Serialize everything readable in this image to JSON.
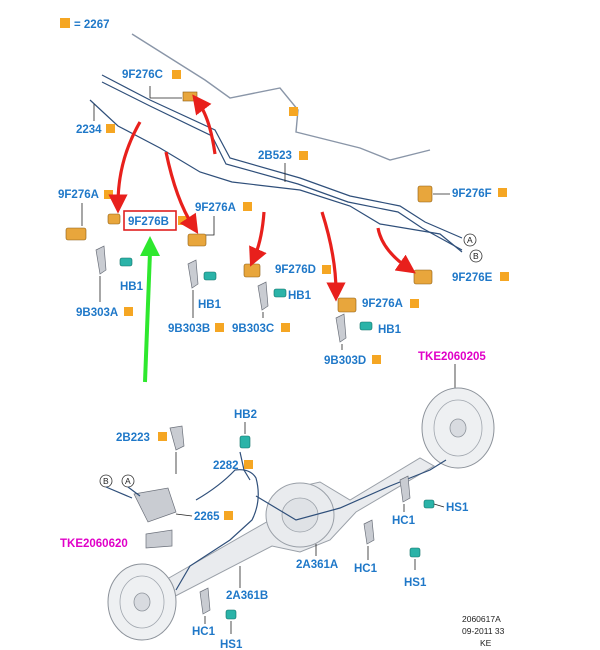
{
  "legend": {
    "equals": "= 2267"
  },
  "labels": {
    "c9F276C": "9F276C",
    "c2234": "2234",
    "c2B523": "2B523",
    "c9F276A_left": "9F276A",
    "c9F276B": "9F276B",
    "c9F276A_mid": "9F276A",
    "c9F276F": "9F276F",
    "c9F276D": "9F276D",
    "c9F276A_right": "9F276A",
    "c9F276E": "9F276E",
    "hb1_a": "HB1",
    "hb1_b": "HB1",
    "hb1_c": "HB1",
    "hb1_d": "HB1",
    "c9B303A": "9B303A",
    "c9B303B": "9B303B",
    "c9B303C": "9B303C",
    "c9B303D": "9B303D",
    "circleA_top": "A",
    "circleB_top": "B",
    "tke_right": "TKE2060205",
    "c2B223": "2B223",
    "hb2": "HB2",
    "c2282": "2282",
    "circleB_low": "B",
    "circleA_low": "A",
    "c2265": "2265",
    "tke_left": "TKE2060620",
    "hs1_a": "HS1",
    "hc1_a": "HC1",
    "c2A361A": "2A361A",
    "hc1_b": "HC1",
    "hs1_b": "HS1",
    "c2A361B": "2A361B",
    "hc1_c": "HC1",
    "hs1_c": "HS1"
  },
  "footer": {
    "line1": "2060617A",
    "line2": "09-2011 33",
    "line3": "KE"
  },
  "colors": {
    "label": "#1f78c8",
    "magenta": "#e000c8",
    "marker": "#f5a623",
    "red_arrow": "#e8201c",
    "green_arrow": "#2ee82e",
    "highlight_box": "#e02020"
  }
}
